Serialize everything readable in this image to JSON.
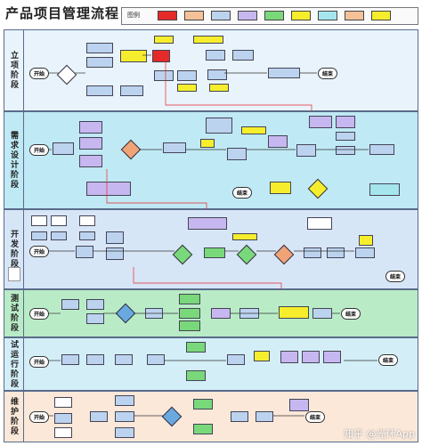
{
  "title": "产品项目管理流程",
  "legend_label": "图例",
  "lanes": [
    {
      "label": "立项阶段"
    },
    {
      "label": "需求设计阶段"
    },
    {
      "label": "开发阶段"
    },
    {
      "label": "测试阶段"
    },
    {
      "label": "试运行阶段"
    },
    {
      "label": "维护阶段"
    }
  ],
  "terminals": {
    "start": "开始",
    "end": "结束"
  },
  "watermark": "知乎 @光环App",
  "colors": {
    "lane1": "#e8f3fb",
    "lane2": "#bfe9f4",
    "lane3": "#d7e6f7",
    "lane4": "#b9ecc6",
    "lane5": "#d3eef7",
    "lane6": "#fbe8d9",
    "node_blue": "#bcd3ef",
    "node_red": "#e52a2a",
    "node_yellow": "#f6ee2d",
    "node_purple": "#c7b7f0",
    "node_green": "#79d97a",
    "node_orange": "#f5c199",
    "node_cyan": "#a5e6ee",
    "diamond_orange": "#f0a376",
    "diamond_blue": "#6aa8e0"
  }
}
